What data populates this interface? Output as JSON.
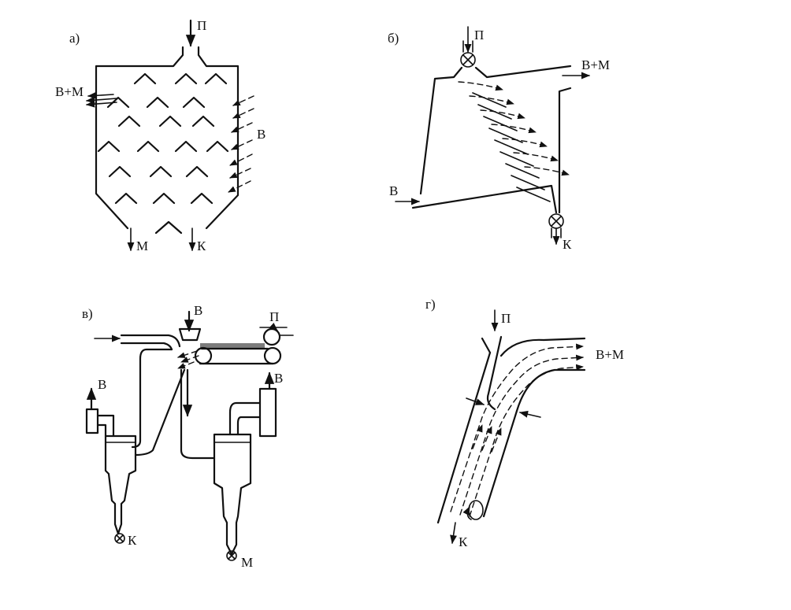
{
  "panels": {
    "a": {
      "letter": "а)",
      "labels": {
        "feed": "П",
        "air_mass": "В+М",
        "air": "В",
        "m": "М",
        "k": "К"
      }
    },
    "b": {
      "letter": "б)",
      "labels": {
        "feed": "П",
        "air_mass": "В+М",
        "air": "В",
        "k": "К"
      }
    },
    "v": {
      "letter": "в)",
      "labels": {
        "air_top": "В",
        "feed": "П",
        "air_left": "В",
        "air_right": "В",
        "k": "К",
        "m": "М"
      }
    },
    "g": {
      "letter": "г)",
      "labels": {
        "feed": "П",
        "air_mass": "В+М",
        "k": "К"
      }
    }
  }
}
